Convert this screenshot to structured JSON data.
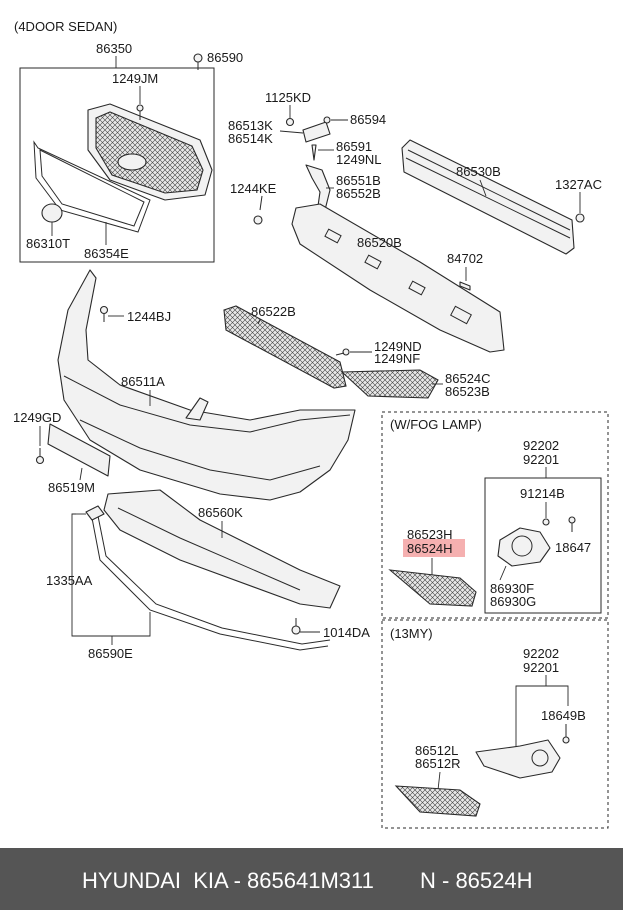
{
  "diagram": {
    "title": "(4DOOR SEDAN)",
    "fog_lamp_title": "(W/FOG LAMP)",
    "my13_title": "(13MY)",
    "labels": {
      "p86350": "86350",
      "p86590": "86590",
      "p1249JM": "1249JM",
      "p86310T": "86310T",
      "p86354E": "86354E",
      "p1125KD": "1125KD",
      "p86513K": "86513K",
      "p86514K": "86514K",
      "p86594": "86594",
      "p86591": "86591",
      "p1249NL": "1249NL",
      "p1244KE": "1244KE",
      "p86551B": "86551B",
      "p86552B": "86552B",
      "p86530B": "86530B",
      "p1327AC": "1327AC",
      "p86520B": "86520B",
      "p84702": "84702",
      "p1244BJ": "1244BJ",
      "p86522B": "86522B",
      "p1249ND": "1249ND",
      "p1249NF": "1249NF",
      "p86511A": "86511A",
      "p86524C": "86524C",
      "p86523B": "86523B",
      "p1249GD": "1249GD",
      "p86519M": "86519M",
      "p86560K": "86560K",
      "p1335AA": "1335AA",
      "p1014DA": "1014DA",
      "p86590E": "86590E",
      "p92202a": "92202",
      "p92201a": "92201",
      "p91214B": "91214B",
      "p86523H": "86523H",
      "p86524H": "86524H",
      "p18647": "18647",
      "p86930F": "86930F",
      "p86930G": "86930G",
      "p92202b": "92202",
      "p92201b": "92201",
      "p18649B": "18649B",
      "p86512L": "86512L",
      "p86512R": "86512R"
    },
    "highlight_color": "#f3a2a2"
  },
  "footer": {
    "brand": "HYUNDAI  KIA - 865641M311",
    "ref": "N - 86524H",
    "background": "#555555"
  }
}
